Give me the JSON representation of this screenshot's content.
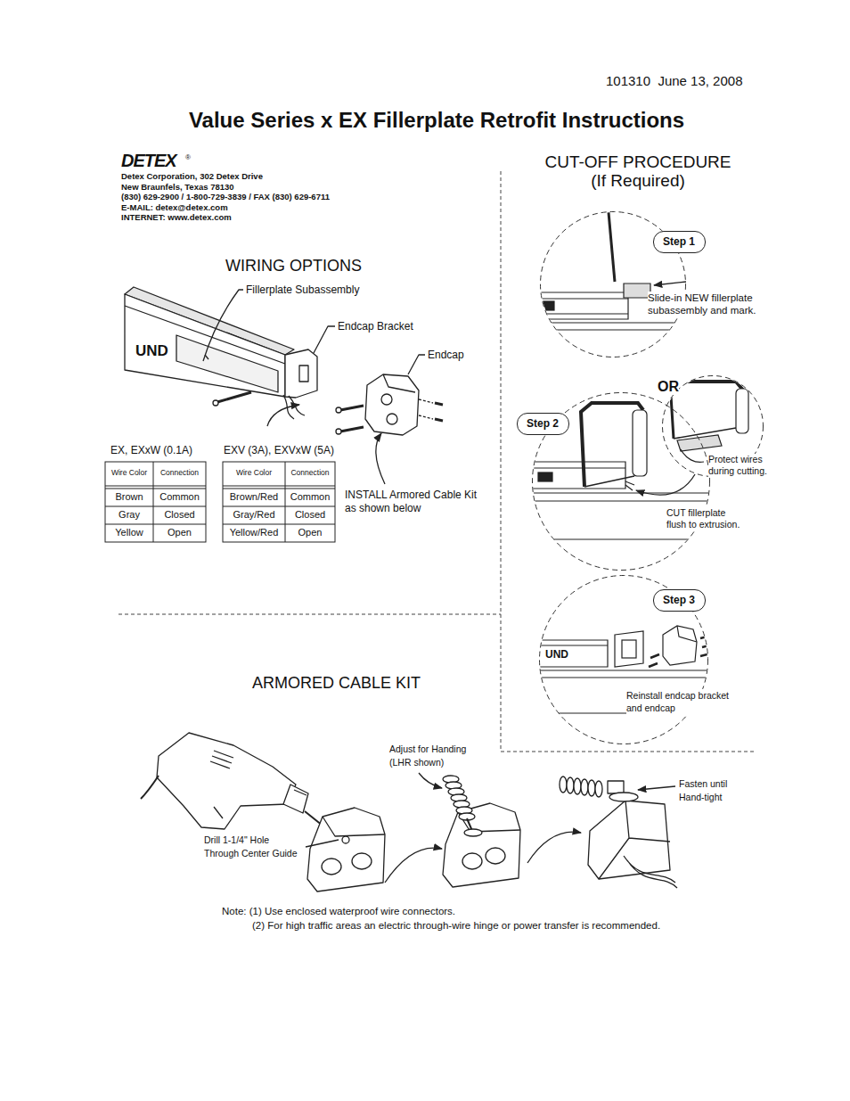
{
  "diagram": {
    "title": "Value Series x EX Fillerplate Retrofit Instructions",
    "nodes": [
      {
        "text": [
          "Step 1"
        ]
      },
      {
        "text": [
          "Slide-in NEW fillerplate subassembly and mark."
        ]
      },
      {
        "text": [
          "Step 2"
        ]
      },
      {
        "text": [
          "Protect wires during cutting."
        ]
      },
      {
        "text": [
          "CUT fillerplate flush to extrusion."
        ]
      },
      {
        "text": [
          "Step 3"
        ]
      },
      {
        "text": [
          "Reinstall endcap bracket and endcap"
        ]
      }
    ],
    "labels": [
      "101310  June 13, 2008",
      "DETEX",
      "®",
      "Detex Corporation, 302 Detex Drive",
      "New Braunfels, Texas 78130",
      "(830) 629-2900 / 1-800-729-3839 / FAX (830) 629-6711",
      "E-MAIL: detex@detex.com",
      "INTERNET: www.detex.com",
      "CUT-OFF PROCEDURE (If Required)",
      "WIRING OPTIONS",
      "Fillerplate Subassembly",
      "Endcap Bracket",
      "Endcap",
      "UND",
      "EX, EXxW (0.1A)",
      "EXV (3A), EXVxW (5A)",
      "Wire Color",
      "Connection",
      "Brown",
      "Common",
      "Gray",
      "Closed",
      "Yellow",
      "Open",
      "Wire Color",
      "Connection",
      "Brown/Red",
      "Common",
      "Gray/Red",
      "Closed",
      "Yellow/Red",
      "Open",
      "INSTALL Armored Cable Kit as shown below",
      "OR",
      "UND",
      "ARMORED CABLE KIT",
      "Adjust for Handing (LHR shown)",
      "Fasten until Hand-tight",
      "Drill 1-1/4\" Hole Through Center Guide",
      "Note: (1) Use enclosed waterproof wire connectors.",
      "(2) For high traffic areas an electric through-wire hinge or power transfer is recommended."
    ]
  }
}
